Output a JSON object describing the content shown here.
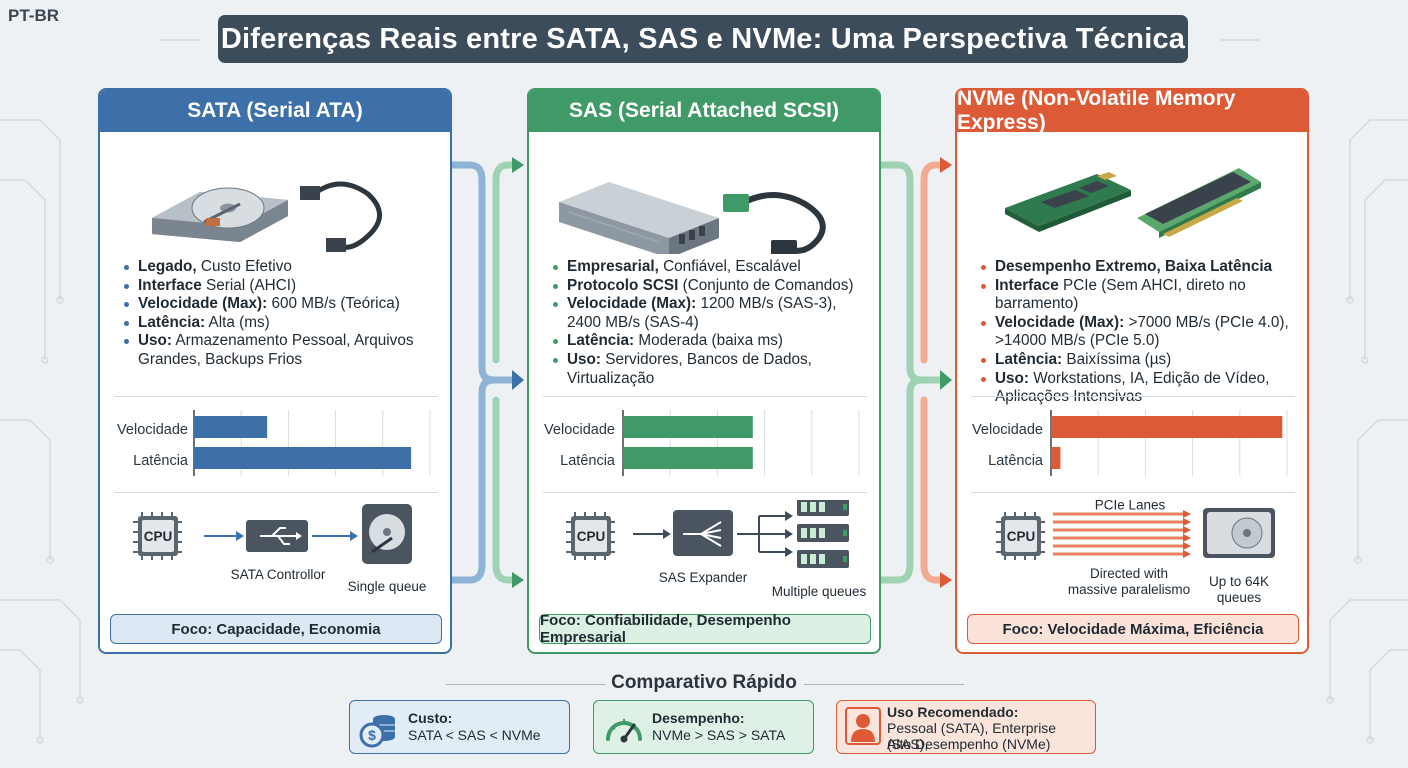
{
  "lang_tag": "PT-BR",
  "title": "Diferenças Reais entre SATA, SAS e NVMe: Uma Perspectiva Técnica",
  "colors": {
    "sata": "#3d6fa8",
    "sas": "#3f9a68",
    "nvme": "#dd5a36",
    "dark": "#3d4c5a"
  },
  "cards": {
    "sata": {
      "header": "SATA (Serial ATA)",
      "bullets": [
        {
          "strong": "Legado,",
          "text": " Custo Efetivo"
        },
        {
          "strong": "Interface",
          "text": " Serial (AHCI)"
        },
        {
          "strong": "Velocidade (Max):",
          "text": " 600 MB/s (Teórica)"
        },
        {
          "strong": "Latência:",
          "text": " Alta (ms)"
        },
        {
          "strong": "Uso:",
          "text": " Armazenamento Pessoal, Arquivos Grandes, Backups Frios"
        }
      ],
      "chart": {
        "row1": "Velocidade",
        "row2": "Latência"
      },
      "diagram": {
        "cpu": "CPU",
        "controller": "SATA Controllor",
        "queue": "Single queue"
      },
      "focus": "Foco: Capacidade, Economia"
    },
    "sas": {
      "header": "SAS (Serial Attached SCSI)",
      "bullets": [
        {
          "strong": "Empresarial,",
          "text": " Confiável, Escalável"
        },
        {
          "strong": "Protocolo SCSI",
          "text": " (Conjunto de Comandos)"
        },
        {
          "strong": "Velocidade (Max):",
          "text": " 1200 MB/s (SAS-3), 2400 MB/s (SAS-4)"
        },
        {
          "strong": "Latência:",
          "text": " Moderada (baixa ms)"
        },
        {
          "strong": "Uso:",
          "text": " Servidores, Bancos de Dados, Virtualização"
        }
      ],
      "chart": {
        "row1": "Velocidade",
        "row2": "Latência"
      },
      "diagram": {
        "cpu": "CPU",
        "expander": "SAS Expander",
        "queues": "Multiple queues"
      },
      "focus": "Foco: Confiabilidade, Desempenho Empresarial"
    },
    "nvme": {
      "header": "NVMe (Non-Volatile Memory Express)",
      "bullets": [
        {
          "strong": "Desempenho Extremo, Baixa Latência",
          "text": ""
        },
        {
          "strong": "Interface",
          "text": " PCIe (Sem AHCI, direto no barramento)"
        },
        {
          "strong": "Velocidade (Max):",
          "text": " >7000 MB/s (PCIe 4.0), >14000 MB/s (PCIe 5.0)"
        },
        {
          "strong": "Latência:",
          "text": " Baixíssima (µs)"
        },
        {
          "strong": "Uso:",
          "text": " Workstations, IA, Edição de Vídeo, Aplicações Intensivas"
        }
      ],
      "chart": {
        "row1": "Velocidade",
        "row2": "Latência"
      },
      "diagram": {
        "cpu": "CPU",
        "lanes": "PCIe Lanes",
        "parallel_line1": "Directed with",
        "parallel_line2": "massive paralelismo",
        "queues_line1": "Up to 64K",
        "queues_line2": "queues"
      },
      "focus": "Foco: Velocidade Máxima, Eficiência"
    }
  },
  "chart_data": [
    {
      "type": "bar",
      "title": "SATA",
      "categories": [
        "Velocidade",
        "Latência"
      ],
      "values": [
        0.31,
        0.92
      ],
      "xlim": [
        0,
        1
      ],
      "grid": true
    },
    {
      "type": "bar",
      "title": "SAS",
      "categories": [
        "Velocidade",
        "Latência"
      ],
      "values": [
        0.55,
        0.55
      ],
      "xlim": [
        0,
        1
      ],
      "grid": true
    },
    {
      "type": "bar",
      "title": "NVMe",
      "categories": [
        "Velocidade",
        "Latência"
      ],
      "values": [
        0.98,
        0.04
      ],
      "xlim": [
        0,
        1
      ],
      "grid": true
    }
  ],
  "comparison": {
    "title": "Comparativo Rápido",
    "cost": {
      "label": "Custo:",
      "value": "SATA < SAS < NVMe",
      "icon": "coins-icon"
    },
    "performance": {
      "label": "Desempenho:",
      "value": "NVMe > SAS > SATA",
      "icon": "speedometer-icon"
    },
    "usage": {
      "label": "Uso Recomendado:",
      "line1": "Pessoal (SATA), Enterprise (SAS),",
      "line2": "Alto Desempenho (NVMe)",
      "icon": "person-icon"
    }
  }
}
